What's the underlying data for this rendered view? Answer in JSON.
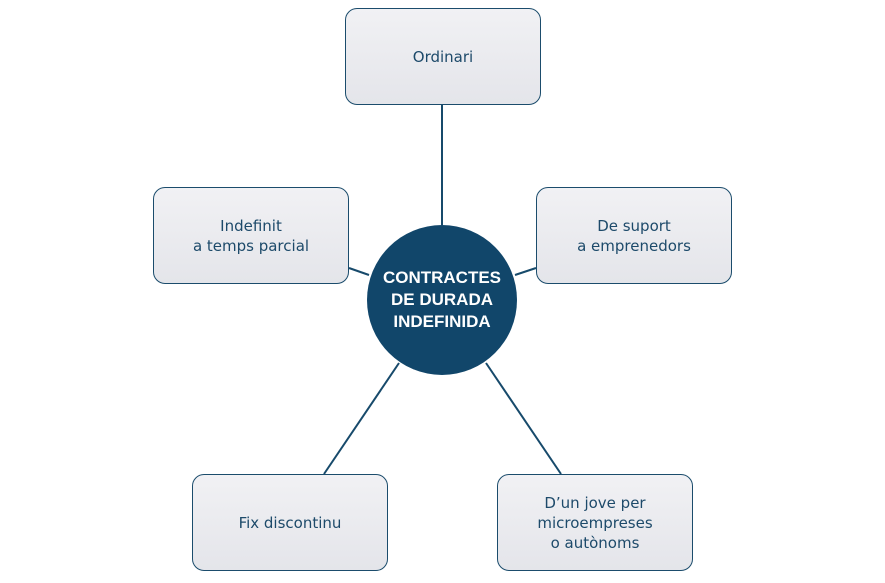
{
  "diagram": {
    "center": {
      "label": "CONTRACTES\nDE DURADA\nINDEFINIDA",
      "color": "#11466a"
    },
    "nodes": {
      "top": "Ordinari",
      "left": "Indefinit\na temps parcial",
      "right": "De suport\na emprenedors",
      "bottom_left": "Fix discontinu",
      "bottom_right": "D’un jove per\nmicroempreses\no autònoms"
    },
    "colors": {
      "line": "#174a6b",
      "node_border": "#1b4c6c",
      "node_fill": "#e8e9ee",
      "node_text": "#1d4a6a"
    }
  }
}
